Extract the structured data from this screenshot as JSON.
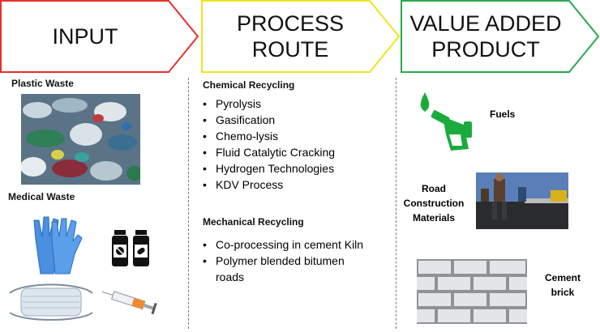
{
  "arrows": {
    "input": "INPUT",
    "process": "PROCESS ROUTE",
    "product_line1": "VALUE ADDED",
    "product_line2": "PRODUCT"
  },
  "colors": {
    "input": "#e8302a",
    "process": "#f2e21d",
    "product": "#2aa84a",
    "fuel": "#1aab3c"
  },
  "inputs": {
    "plastic_label": "Plastic Waste",
    "medical_label": "Medical Waste"
  },
  "process": {
    "chemical_title": "Chemical Recycling",
    "chemical_items": [
      "Pyrolysis",
      "Gasification",
      "Chemo-lysis",
      "Fluid Catalytic Cracking",
      "Hydrogen Technologies",
      "KDV Process"
    ],
    "mechanical_title": "Mechanical Recycling",
    "mechanical_items": [
      "Co-processing in cement Kiln",
      "Polymer blended bitumen",
      "roads"
    ]
  },
  "products": {
    "fuels": "Fuels",
    "road_line1": "Road",
    "road_line2": "Construction",
    "road_line3": "Materials",
    "brick_line1": "Cement",
    "brick_line2": "brick"
  }
}
